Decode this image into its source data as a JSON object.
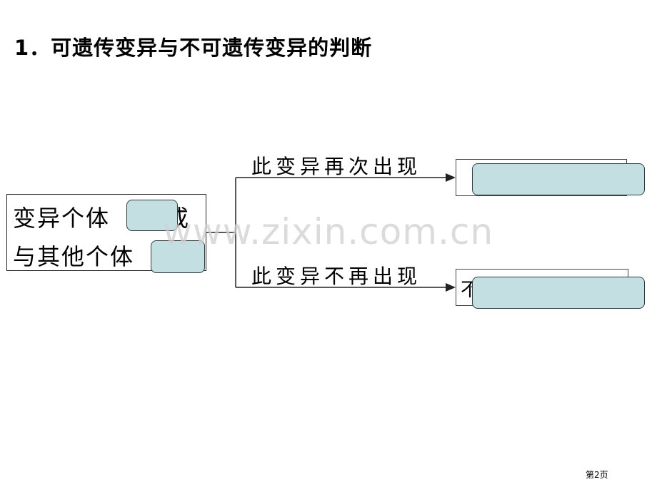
{
  "title": "1．可遗传变异与不可遗传变异的判断",
  "source": {
    "line1": "变异个体",
    "line1_suffix": "或",
    "line2": "与其他个体"
  },
  "branches": [
    {
      "label": "此变异再次出现"
    },
    {
      "label": "此变异不再出现",
      "answer_partial": "不"
    }
  ],
  "watermark": "www.zixin.com.cn",
  "page_number": "第2页",
  "colors": {
    "mask_fill": "#c3dfe2",
    "mask_border": "#2f3a40"
  }
}
